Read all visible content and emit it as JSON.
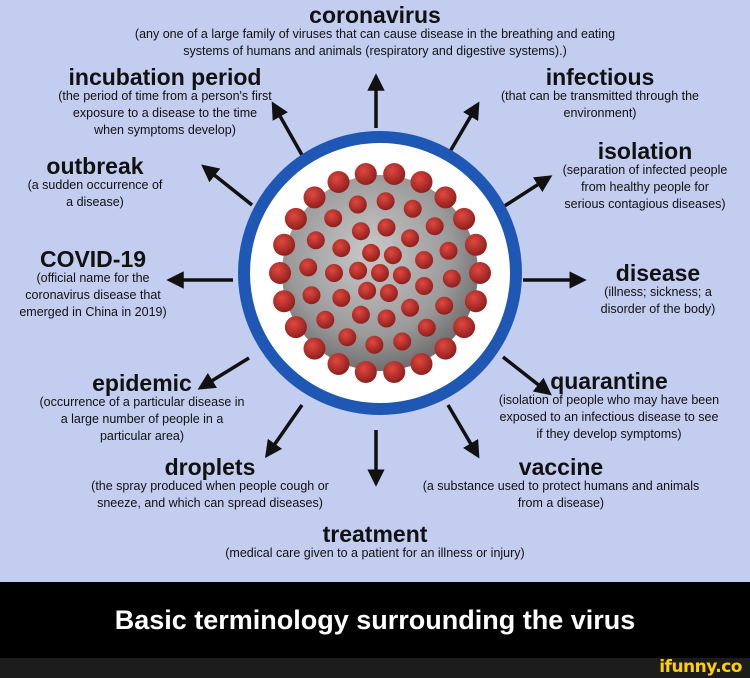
{
  "terms": [
    {
      "key": "coronavirus",
      "title": "coronavirus",
      "desc": [
        "(any one of a large family of viruses that can cause disease in the breathing and eating",
        "systems of humans and animals (respiratory and digestive systems).)"
      ]
    },
    {
      "key": "incubation",
      "title": "incubation period",
      "desc": [
        "(the period of time from a person's first",
        "exposure to a disease to the time",
        "when symptoms develop)"
      ]
    },
    {
      "key": "infectious",
      "title": "infectious",
      "desc": [
        "(that can be transmitted through the",
        "environment)"
      ]
    },
    {
      "key": "outbreak",
      "title": "outbreak",
      "desc": [
        "(a sudden occurrence of",
        "a disease)"
      ]
    },
    {
      "key": "isolation",
      "title": "isolation",
      "desc": [
        "(separation of infected people",
        "from healthy people for",
        "serious contagious diseases)"
      ]
    },
    {
      "key": "covid",
      "title": "COVID-19",
      "desc": [
        "(official name for the",
        "coronavirus disease that",
        "emerged in China in 2019)"
      ]
    },
    {
      "key": "disease",
      "title": "disease",
      "desc": [
        "(illness; sickness; a",
        "disorder of the body)"
      ]
    },
    {
      "key": "epidemic",
      "title": "epidemic",
      "desc": [
        "(occurrence of a particular disease in",
        "a large number of people in a",
        "particular area)"
      ]
    },
    {
      "key": "quarantine",
      "title": "quarantine",
      "desc": [
        "(isolation of people who may have been",
        "exposed to an infectious disease to see",
        "if they develop symptoms)"
      ]
    },
    {
      "key": "droplets",
      "title": "droplets",
      "desc": [
        "(the spray produced when people cough or",
        "sneeze, and which can spread diseases)"
      ]
    },
    {
      "key": "vaccine",
      "title": "vaccine",
      "desc": [
        "(a substance used to protect humans and animals",
        "from a disease)"
      ]
    },
    {
      "key": "treatment",
      "title": "treatment",
      "desc": [
        "(medical care given to a patient for an illness or injury)"
      ]
    }
  ],
  "caption": "Basic terminology surrounding the virus",
  "watermark": "ifunny.co",
  "colors": {
    "background": "#c3cdf0",
    "ring": "#1f57b4",
    "spike": "#b22a26",
    "virus_body": "#9c9c9c",
    "caption_bar": "#000000",
    "watermark": "#ffd100"
  }
}
